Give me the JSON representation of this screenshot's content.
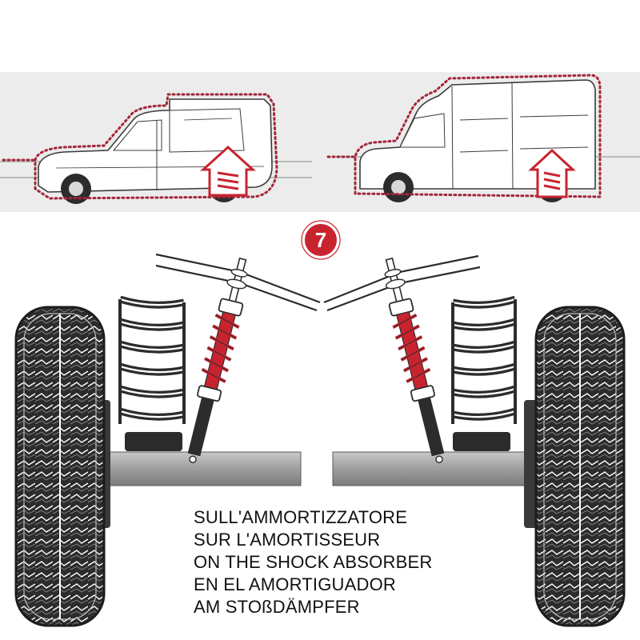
{
  "step_badge": {
    "number": "7",
    "color": "#c8242f"
  },
  "colors": {
    "accent_red": "#c8242f",
    "dotted_outline": "#a3263a",
    "axle_grey": "#a9a9a9",
    "tire_dark": "#2c2c2c",
    "band_grey": "#ececec"
  },
  "vehicles": [
    {
      "kind": "small-van",
      "icon": "arrow-up-icon"
    },
    {
      "kind": "large-van",
      "icon": "arrow-up-icon"
    }
  ],
  "caption": {
    "lines": [
      "SULL'AMMORTIZZATORE",
      "SUR L'AMORTISSEUR",
      "ON THE SHOCK ABSORBER",
      "EN EL AMORTIGUADOR",
      "AM STOßDÄMPFER"
    ]
  }
}
